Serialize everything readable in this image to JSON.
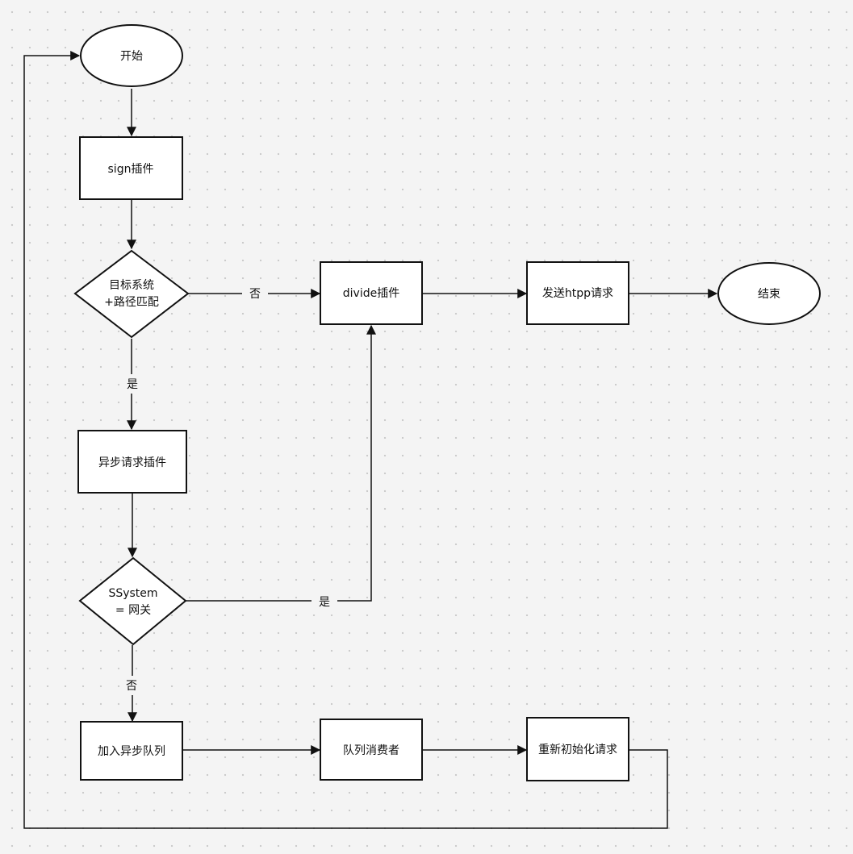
{
  "nodes": {
    "start": "开始",
    "sign_plugin": "sign插件",
    "match_check_line1": "目标系统",
    "match_check_line2": "+路径匹配",
    "divide_plugin": "divide插件",
    "send_http": "发送htpp请求",
    "end": "结束",
    "async_plugin": "异步请求插件",
    "system_check_line1": "SSystem",
    "system_check_line2": "= 网关",
    "add_queue": "加入异步队列",
    "queue_consumer": "队列消费者",
    "reinit_request": "重新初始化请求"
  },
  "edge_labels": {
    "match_no": "否",
    "match_yes": "是",
    "system_yes": "是",
    "system_no": "否"
  },
  "colors": {
    "stroke": "#111111",
    "fill": "#ffffff",
    "background": "#f4f4f4"
  }
}
